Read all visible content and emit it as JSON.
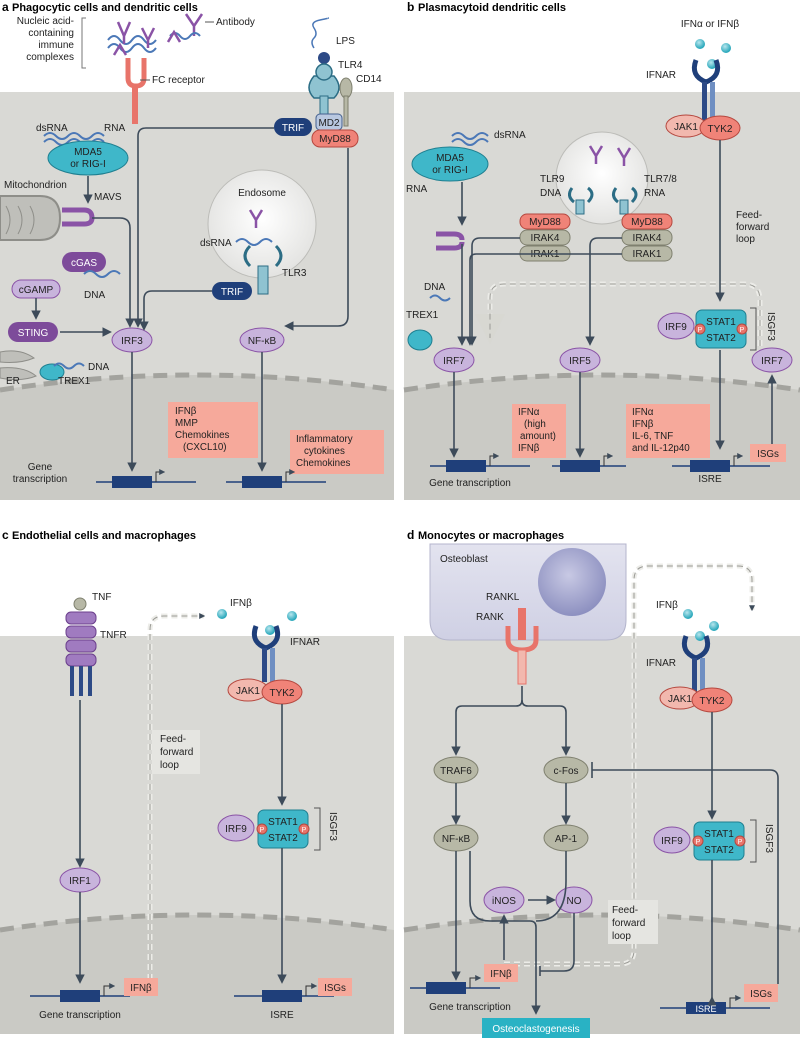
{
  "panels": {
    "a": {
      "letter": "a",
      "title": "Phagocytic cells and dendritic cells"
    },
    "b": {
      "letter": "b",
      "title": "Plasmacytoid dendritic cells"
    },
    "c": {
      "letter": "c",
      "title": "Endothelial cells and macrophages"
    },
    "d": {
      "letter": "d",
      "title": "Monocytes or macrophages"
    }
  },
  "a": {
    "nucleic_complex": [
      "Nucleic acid-",
      "containing",
      "immune",
      "complexes"
    ],
    "antibody": "Antibody",
    "fc_receptor": "FC receptor",
    "lps": "LPS",
    "tlr4": "TLR4",
    "cd14": "CD14",
    "md2": "MD2",
    "trif": "TRIF",
    "myd88": "MyD88",
    "dsrna": "dsRNA",
    "rna": "RNA",
    "mda5": [
      "MDA5",
      "or RIG-I"
    ],
    "endosome": "Endosome",
    "mitochondrion": "Mitochondrion",
    "mavs": "MAVS",
    "dsrna2": "dsRNA",
    "tlr3": "TLR3",
    "trif2": "TRIF",
    "cgas": "cGAS",
    "cgamp": "cGAMP",
    "dna": "DNA",
    "sting": "STING",
    "irf3": "IRF3",
    "nfkb": "NF-κB",
    "er": "ER",
    "trex1": "TREX1",
    "dna2": "DNA",
    "box1": [
      "IFNβ",
      "MMP",
      "Chemokines",
      "(CXCL10)"
    ],
    "box2": [
      "Inflammatory",
      "cytokines",
      "Chemokines"
    ],
    "gene_transcription": [
      "Gene",
      "transcription"
    ]
  },
  "b": {
    "ifn": "IFNα or IFNβ",
    "ifnar": "IFNAR",
    "jak1": "JAK1",
    "tyk2": "TYK2",
    "dsrna": "dsRNA",
    "mda5": [
      "MDA5",
      "or RIG-I"
    ],
    "rna": "RNA",
    "tlr9": "TLR9",
    "dna": "DNA",
    "tlr78": "TLR7/8",
    "rna2": "RNA",
    "myd88a": "MyD88",
    "irak4a": "IRAK4",
    "irak1a": "IRAK1",
    "myd88b": "MyD88",
    "irak4b": "IRAK4",
    "irak1b": "IRAK1",
    "feed": [
      "Feed-",
      "forward",
      "loop"
    ],
    "dna2": "DNA",
    "trex1": "TREX1",
    "stat1": "STAT1",
    "stat2": "STAT2",
    "irf9": "IRF9",
    "p": "P",
    "isgf3": "ISGF3",
    "irf7": "IRF7",
    "irf5": "IRF5",
    "irf7b": "IRF7",
    "box1": [
      "IFNα",
      "(high",
      "amount)",
      "IFNβ"
    ],
    "box2": [
      "IFNα",
      "IFNβ",
      "IL-6, TNF",
      "and IL-12p40"
    ],
    "isre": "ISRE",
    "isgs": "ISGs",
    "gene_transcription": "Gene transcription"
  },
  "c": {
    "tnf": "TNF",
    "tnfr": "TNFR",
    "ifnb": "IFNβ",
    "ifnar": "IFNAR",
    "jak1": "JAK1",
    "tyk2": "TYK2",
    "feed": [
      "Feed-",
      "forward",
      "loop"
    ],
    "stat1": "STAT1",
    "stat2": "STAT2",
    "irf9": "IRF9",
    "p": "P",
    "isgf3": "ISGF3",
    "irf1": "IRF1",
    "ifnb_box": "IFNβ",
    "isre": "ISRE",
    "isgs": "ISGs",
    "gene_transcription": "Gene transcription"
  },
  "d": {
    "osteoblast": "Osteoblast",
    "rankl": "RANKL",
    "rank": "RANK",
    "ifnb": "IFNβ",
    "ifnar": "IFNAR",
    "jak1": "JAK1",
    "tyk2": "TYK2",
    "traf6": "TRAF6",
    "cfos": "c-Fos",
    "nfkb": "NF-κB",
    "ap1": "AP-1",
    "stat1": "STAT1",
    "stat2": "STAT2",
    "irf9": "IRF9",
    "p": "P",
    "isgf3": "ISGF3",
    "inos": "iNOS",
    "no": "NO",
    "feed": [
      "Feed-",
      "forward",
      "loop"
    ],
    "ifnb_box": "IFNβ",
    "gene_transcription": "Gene transcription",
    "isre": "ISRE",
    "isgs": "ISGs",
    "osteoclastogenesis": "Osteoclastogenesis"
  },
  "colors": {
    "cell_bg": "#d9d9d5",
    "nucleus_bg": "#c9c9c4",
    "node_gray": "#b7b8a6",
    "node_purple": "#c8b4dc",
    "node_purple_dark": "#7d4b9a",
    "node_blue": "#1f3f7a",
    "node_cyan": "#3fb7c9",
    "node_red": "#f08378",
    "node_pink": "#f2b8ae",
    "box_pink": "#f6a99b",
    "arrow": "#3d4b5a",
    "teal_bar": "#29b2c4"
  }
}
